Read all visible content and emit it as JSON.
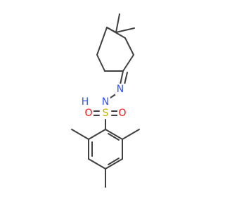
{
  "molecule": {
    "atoms": [
      {
        "id": "n1",
        "label": "N",
        "color": "#3050F8"
      },
      {
        "id": "n2",
        "label": "N",
        "color": "#3050F8"
      },
      {
        "id": "s",
        "label": "S",
        "color": "#C8B200"
      },
      {
        "id": "o1",
        "label": "O",
        "color": "#FF0D0D"
      },
      {
        "id": "o2",
        "label": "O",
        "color": "#FF0D0D"
      },
      {
        "id": "h",
        "label": "H",
        "color": "#3050F8"
      }
    ],
    "bond_color": "#404040",
    "background": "#ffffff"
  }
}
